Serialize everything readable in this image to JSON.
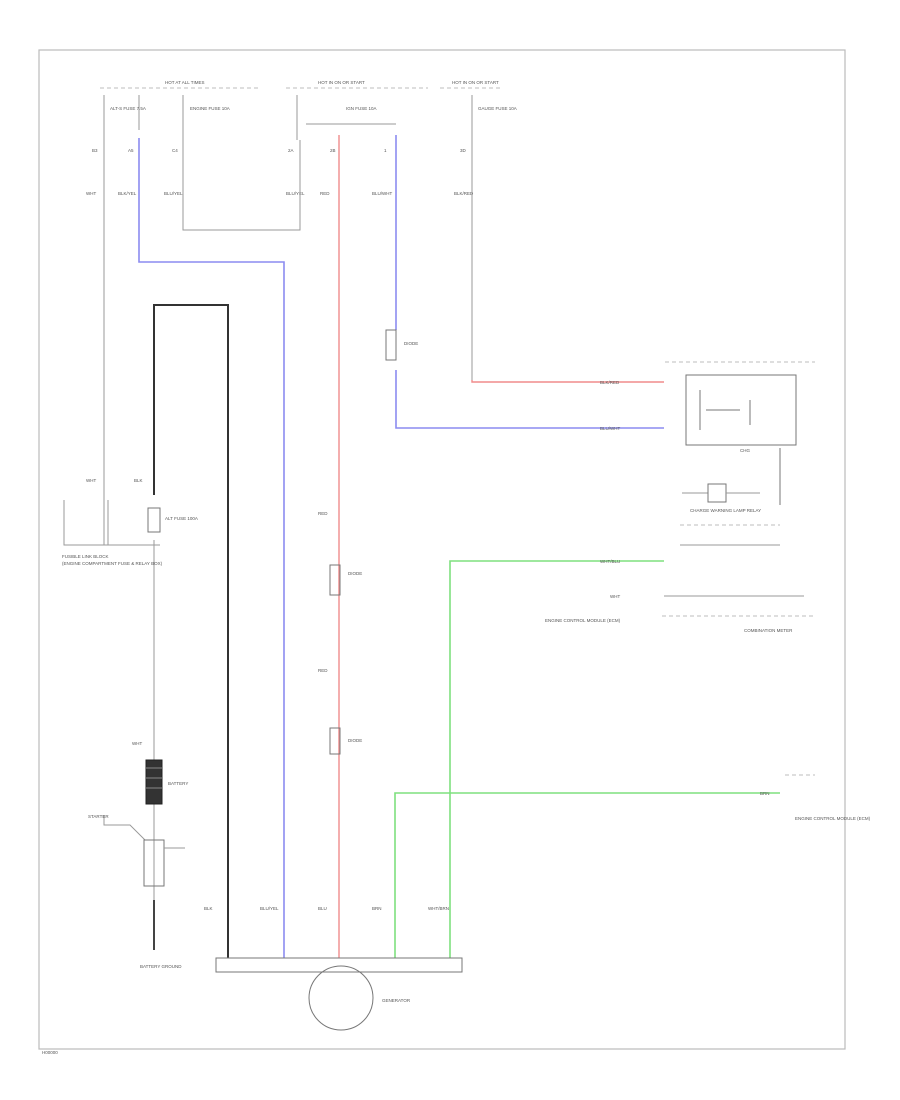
{
  "diagram": {
    "footer_code": "H00000",
    "top_labels": {
      "fuse_group_1": "HOT AT ALL TIMES",
      "fuse_group_2": "HOT IN ON OR START",
      "fuse_group_3": "HOT IN ON OR START",
      "fuse_a": "ALT-S FUSE 7.5A",
      "fuse_b": "ENGINE FUSE 10A",
      "fuse_c": "IGN FUSE 10A",
      "fuse_d": "GAUGE FUSE 10A"
    },
    "wire_codes": {
      "w1": "WHT",
      "w2": "BLU",
      "w3": "BLK/YEL",
      "w4": "BLU/YEL",
      "w5": "RED",
      "w6": "BLU/WHT",
      "w7": "BLK/RED",
      "w8": "WHT/BLU",
      "w9": "WHT",
      "w10": "BLK",
      "w11": "BRN",
      "w12": "WHT/BRN"
    },
    "components": {
      "fusible_link_label": "FUSIBLE LINK BLOCK",
      "fusible_link_sub": "(ENGINE COMPARTMENT FUSE & RELAY BOX)",
      "main_fuse": "ALT FUSE 100A",
      "starter_label": "STARTER",
      "battery_label": "BATTERY",
      "ground_label": "BATTERY GROUND",
      "charge_relay": "CHARGE WARNING LAMP RELAY",
      "diode_a": "DIODE",
      "ecm_note": "ENGINE CONTROL MODULE (ECM)",
      "combination_meter": "COMBINATION METER",
      "charge_lamp": "CHG",
      "generator_label": "GENERATOR"
    }
  }
}
